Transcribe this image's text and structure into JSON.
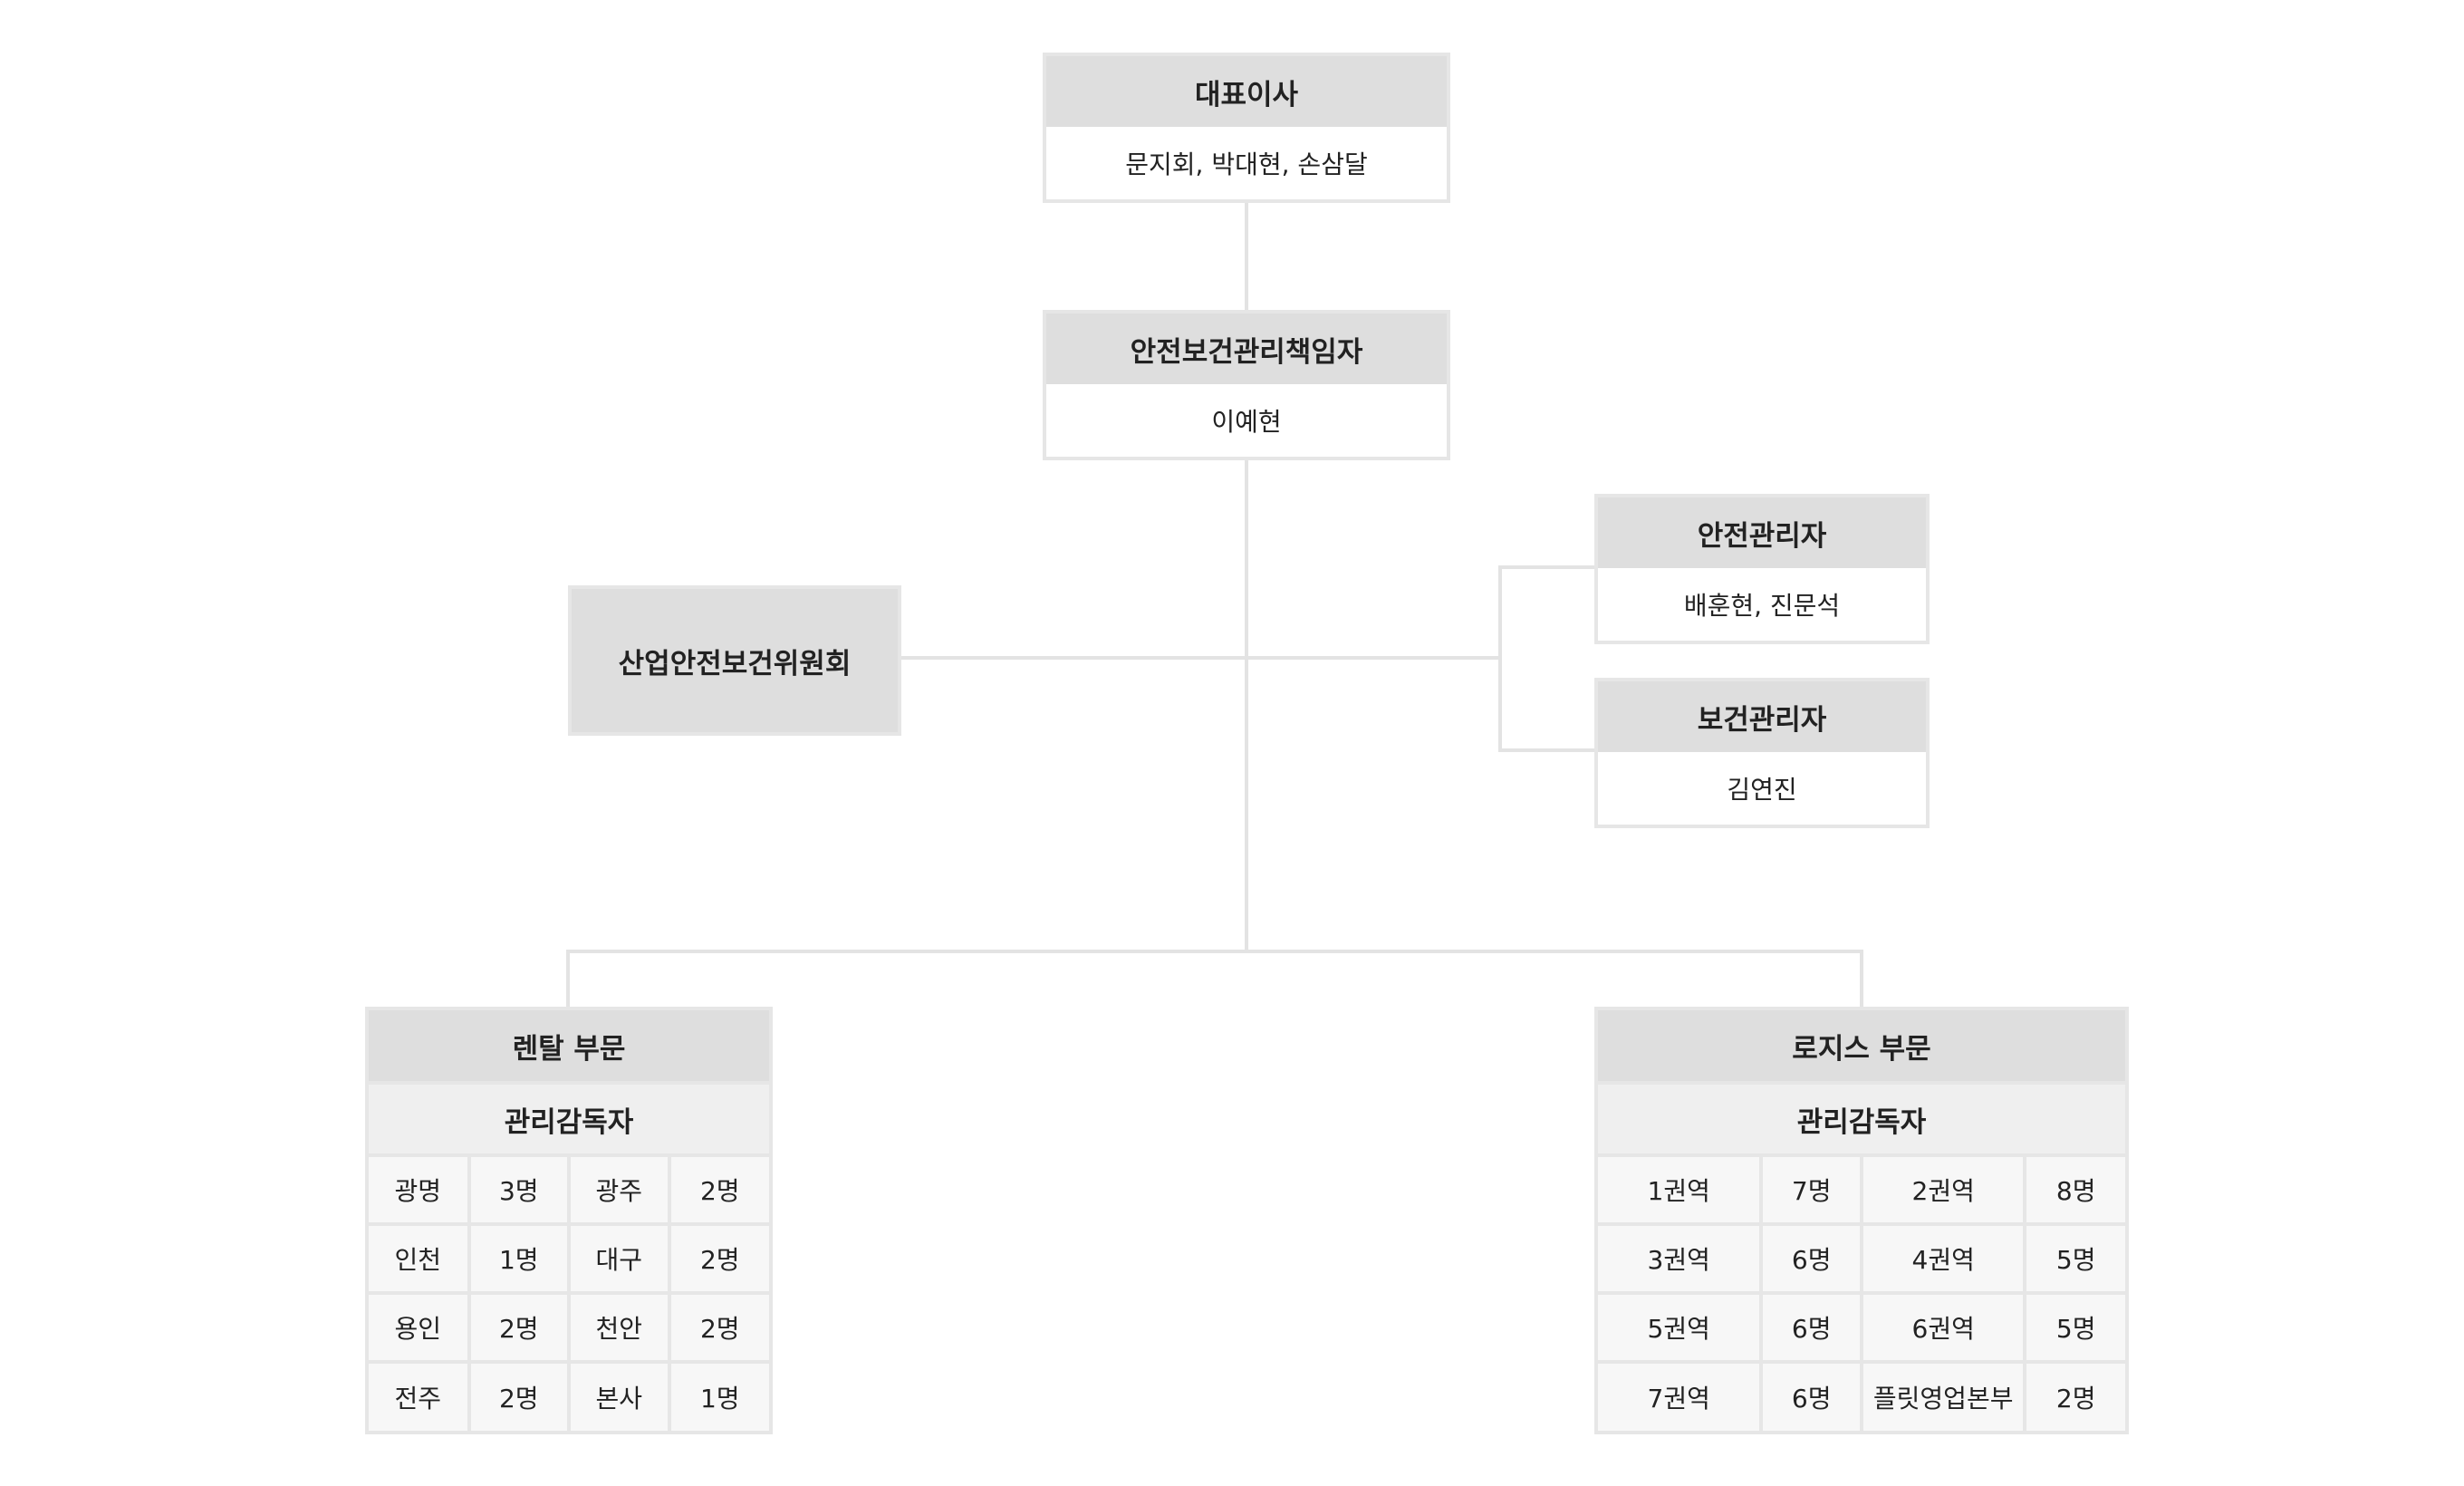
{
  "ceo": {
    "title": "대표이사",
    "names": "문지회, 박대현, 손삼달"
  },
  "safety_health_officer": {
    "title": "안전보건관리책임자",
    "names": "이예현"
  },
  "committee": {
    "title": "산업안전보건위원회"
  },
  "safety_manager": {
    "title": "안전관리자",
    "names": "배훈현, 진문석"
  },
  "health_manager": {
    "title": "보건관리자",
    "names": "김연진"
  },
  "rental_division": {
    "title": "렌탈 부문",
    "subtitle": "관리감독자",
    "rows": [
      [
        "광명",
        "3명",
        "광주",
        "2명"
      ],
      [
        "인천",
        "1명",
        "대구",
        "2명"
      ],
      [
        "용인",
        "2명",
        "천안",
        "2명"
      ],
      [
        "전주",
        "2명",
        "본사",
        "1명"
      ]
    ]
  },
  "logis_division": {
    "title": "로지스 부문",
    "subtitle": "관리감독자",
    "rows": [
      [
        "1권역",
        "7명",
        "2권역",
        "8명"
      ],
      [
        "3권역",
        "6명",
        "4권역",
        "5명"
      ],
      [
        "5권역",
        "6명",
        "6권역",
        "5명"
      ],
      [
        "7권역",
        "6명",
        "플릿영업본부",
        "2명"
      ]
    ]
  },
  "colors": {
    "header_bg": "#dedede",
    "subheader_bg": "#efefef",
    "cell_bg": "#f7f7f7",
    "border": "#e6e6e6",
    "connector": "#e3e3e3",
    "text": "#222222"
  }
}
